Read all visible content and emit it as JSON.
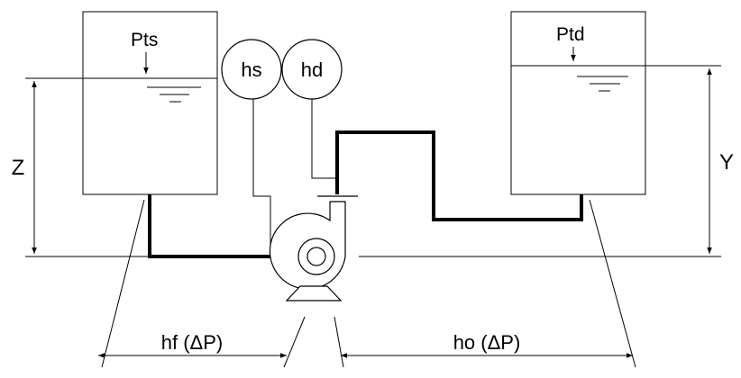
{
  "labels": {
    "pts": "Pts",
    "ptd": "Ptd",
    "hs": "hs",
    "hd": "hd",
    "z": "Z",
    "y": "Y",
    "hf": "hf (ΔP)",
    "ho": "ho (ΔP)"
  },
  "colors": {
    "line": "#000000",
    "background": "#ffffff"
  }
}
